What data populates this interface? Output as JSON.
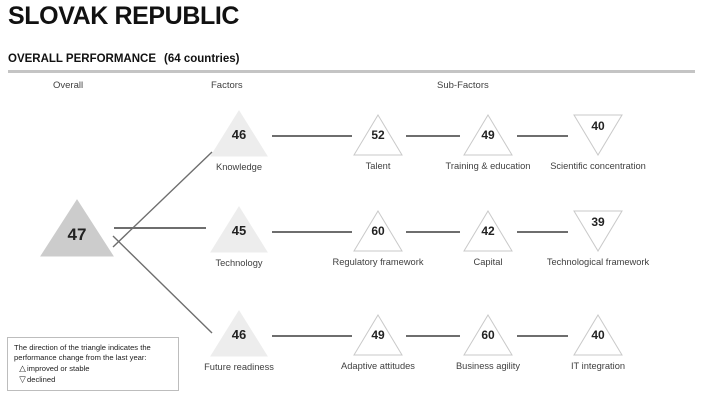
{
  "header": {
    "country": "SLOVAK REPUBLIC",
    "section_title": "OVERALL PERFORMANCE",
    "section_count": "(64 countries)"
  },
  "columns": {
    "overall": "Overall",
    "factors": "Factors",
    "subfactors": "Sub-Factors"
  },
  "legend": {
    "line1": "The direction of the triangle indicates the",
    "line2": "performance change from the last year:",
    "improved_glyph": "△",
    "improved_label": "improved or stable",
    "declined_glyph": "▽",
    "declined_label": "declined"
  },
  "colors": {
    "overall_fill": "#cccccc",
    "factor_fill": "#ededed",
    "outline": "#c9c9c9",
    "edge": "#6e6e6e",
    "rule": "#c4c4c4",
    "text": "#3f3f3f"
  },
  "chart_data": {
    "type": "diagram",
    "title": "SLOVAK REPUBLIC — OVERALL PERFORMANCE (64 countries)",
    "scale_note": "ranks out of 64 countries; triangle direction shows year-on-year change",
    "overall": {
      "label": "Overall",
      "name": "Overall",
      "rank": 47,
      "direction": "up",
      "style": "filled-dark"
    },
    "factors": [
      {
        "name": "Knowledge",
        "rank": 46,
        "direction": "up",
        "style": "filled-light",
        "subfactors": [
          {
            "name": "Talent",
            "rank": 52,
            "direction": "up",
            "style": "outline"
          },
          {
            "name": "Training & education",
            "rank": 49,
            "direction": "up",
            "style": "outline"
          },
          {
            "name": "Scientific concentration",
            "rank": 40,
            "direction": "down",
            "style": "outline"
          }
        ]
      },
      {
        "name": "Technology",
        "rank": 45,
        "direction": "up",
        "style": "filled-light",
        "subfactors": [
          {
            "name": "Regulatory framework",
            "rank": 60,
            "direction": "up",
            "style": "outline"
          },
          {
            "name": "Capital",
            "rank": 42,
            "direction": "up",
            "style": "outline"
          },
          {
            "name": "Technological framework",
            "rank": 39,
            "direction": "down",
            "style": "outline"
          }
        ]
      },
      {
        "name": "Future readiness",
        "rank": 46,
        "direction": "up",
        "style": "filled-light",
        "subfactors": [
          {
            "name": "Adaptive attitudes",
            "rank": 49,
            "direction": "up",
            "style": "outline"
          },
          {
            "name": "Business agility",
            "rank": 60,
            "direction": "up",
            "style": "outline"
          },
          {
            "name": "IT integration",
            "rank": 40,
            "direction": "up",
            "style": "outline"
          }
        ]
      }
    ]
  }
}
